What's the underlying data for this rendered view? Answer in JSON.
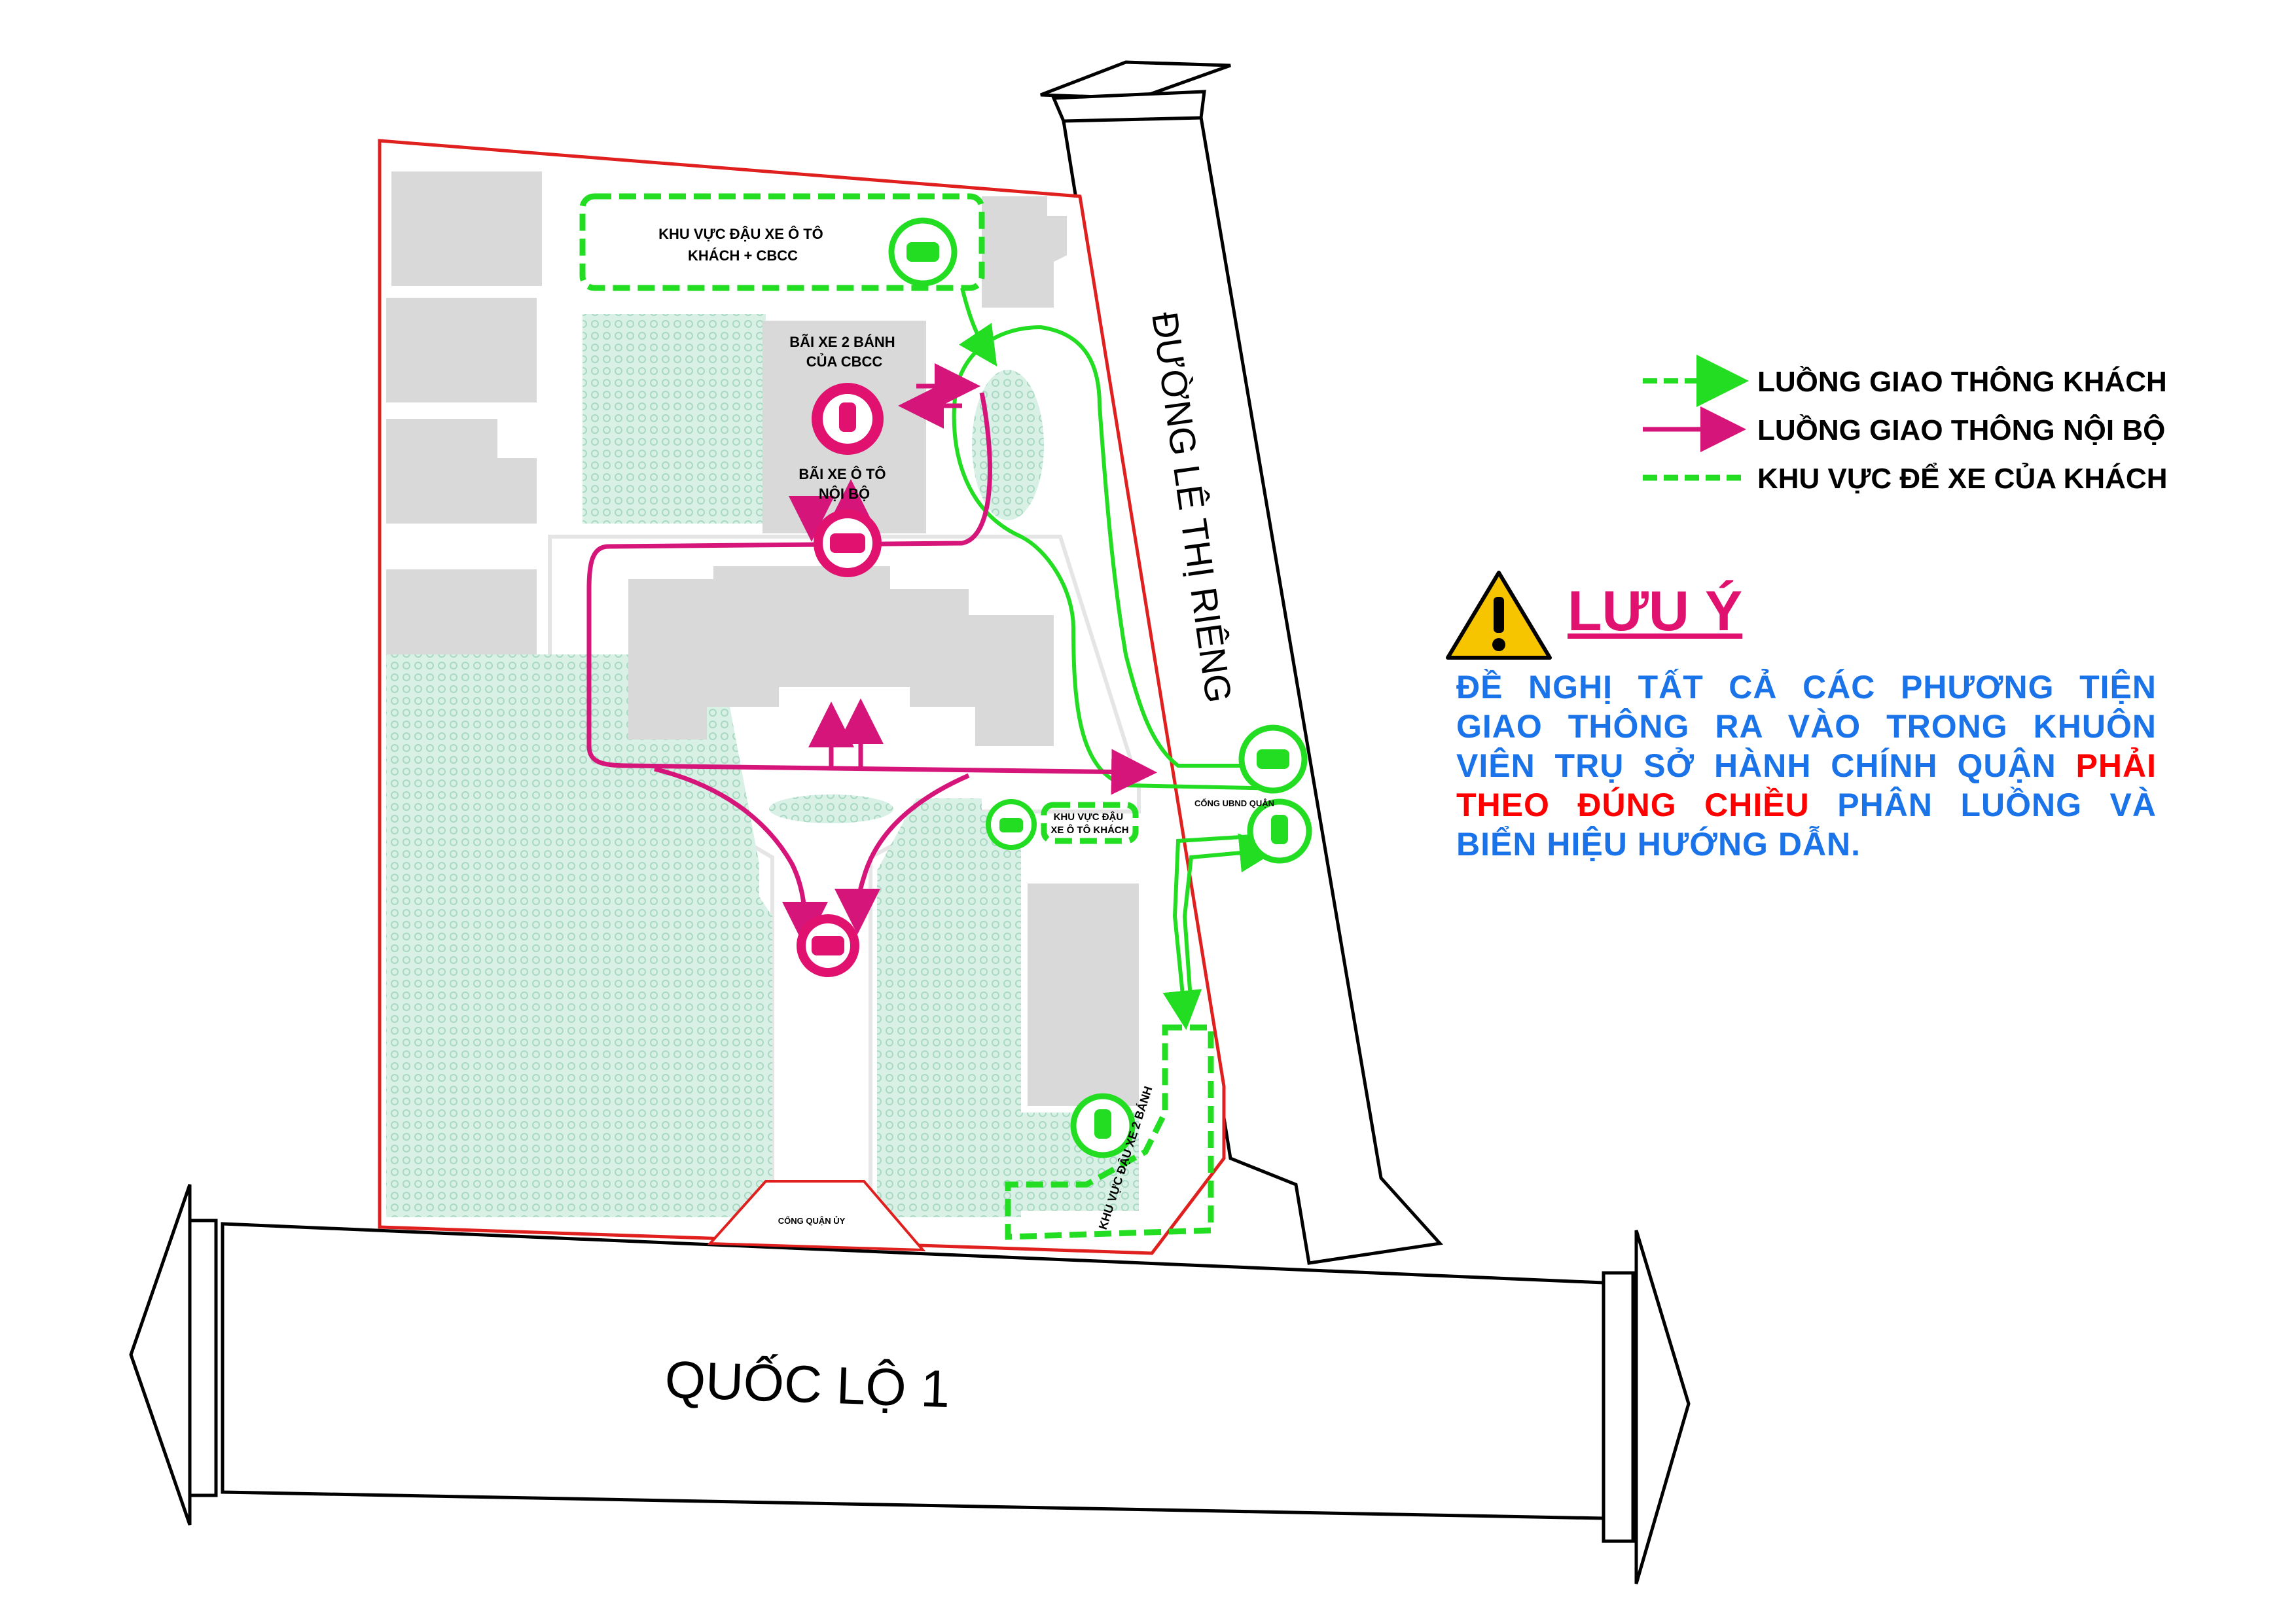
{
  "map": {
    "labels": {
      "guest_car_area": [
        "KHU VỰC ĐẬU XE Ô TÔ",
        "KHÁCH + CBCC"
      ],
      "staff_bike_lot": [
        "BÃI XE 2 BÁNH",
        "CỦA CBCC"
      ],
      "internal_car_lot": [
        "BÃI XE Ô TÔ",
        "NỘI BỘ"
      ],
      "guest_car_small": [
        "KHU VỰC ĐẬU",
        "XE Ô TÔ KHÁCH"
      ],
      "guest_bike_area": "KHU VỰC ĐẬU XE 2 BÁNH",
      "gate_ubnd": "CỔNG UBND QUẬN",
      "gate_quan_uy": "CỔNG QUẬN ỦY",
      "road_side": "ĐƯỜNG LÊ THỊ RIÊNG",
      "road_main": "QUỐC LỘ 1"
    },
    "colors": {
      "guest_flow": "#22dd22",
      "internal_flow": "#d6157a",
      "boundary": "#e0201f",
      "building": "#d9d9d9",
      "green_area": "#d8f0e6"
    }
  },
  "legend": {
    "items": [
      {
        "icon": "dashed-arrow-green-icon",
        "label": "LUỒNG GIAO THÔNG KHÁCH"
      },
      {
        "icon": "arrow-magenta-icon",
        "label": "LUỒNG GIAO THÔNG NỘI BỘ"
      },
      {
        "icon": "dashed-line-green-icon",
        "label": "KHU VỰC ĐỂ XE CỦA KHÁCH"
      }
    ]
  },
  "notice": {
    "icon": "warning-icon",
    "title": "LƯU Ý",
    "text_before": "ĐỀ NGHỊ TẤT CẢ CÁC PHƯƠNG TIỆN GIAO THÔNG RA VÀO TRONG KHUÔN VIÊN TRỤ SỞ HÀNH CHÍNH QUẬN ",
    "text_emphasis": "PHẢI THEO ĐÚNG CHIỀU",
    "text_after": " PHÂN LUỒNG VÀ BIỂN HIỆU HƯỚNG DẪN."
  }
}
